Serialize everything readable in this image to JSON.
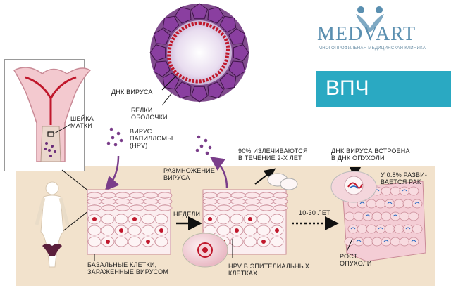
{
  "brand": {
    "name": "MEDVART",
    "tagline": "МНОГОПРОФИЛЬНАЯ МЕДИЦИНСКАЯ КЛИНИКА",
    "accent_color": "#5a8fb0"
  },
  "banner": {
    "title": "ВПЧ",
    "color": "#2aa9c2"
  },
  "labels": {
    "dna_virus": "ДНК ВИРУСА",
    "capsid_proteins": "БЕЛКИ\nОБОЛОЧКИ",
    "cervix": "ШЕЙКА\nМАТКИ",
    "papilloma_virus": "ВИРУС\nПАПИЛЛОМЫ\n(HPV)",
    "replication": "РАЗМНОЖЕНИЕ\nВИРУСА",
    "cured": "90% ИЗЛЕЧИВАЮТСЯ\nВ ТЕЧЕНИЕ 2-Х ЛЕТ",
    "integrated": "ДНК ВИРУСА ВСТРОЕНА\nВ ДНК ОПУХОЛИ",
    "cancer_develops": "У 0.8% РАЗВИ-\nВАЕТСЯ РАК",
    "weeks": "НЕДЕЛИ",
    "years": "10-30 ЛЕТ",
    "basal_cells": "БАЗАЛЬНЫЕ КЛЕТКИ,\nЗАРАЖЕННЫЕ ВИРУСОМ",
    "hpv_epithelial": "HPV В ЭПИТЕЛИАЛЬНЫХ\nКЛЕТКАХ",
    "tumor_growth": "РОСТ\nОПУХОЛИ"
  },
  "colors": {
    "virus_purple": "#6b2d7a",
    "dna_red": "#c0182c",
    "panel_bg": "#f2e2cc",
    "cell_pink": "#e7a9b6"
  }
}
